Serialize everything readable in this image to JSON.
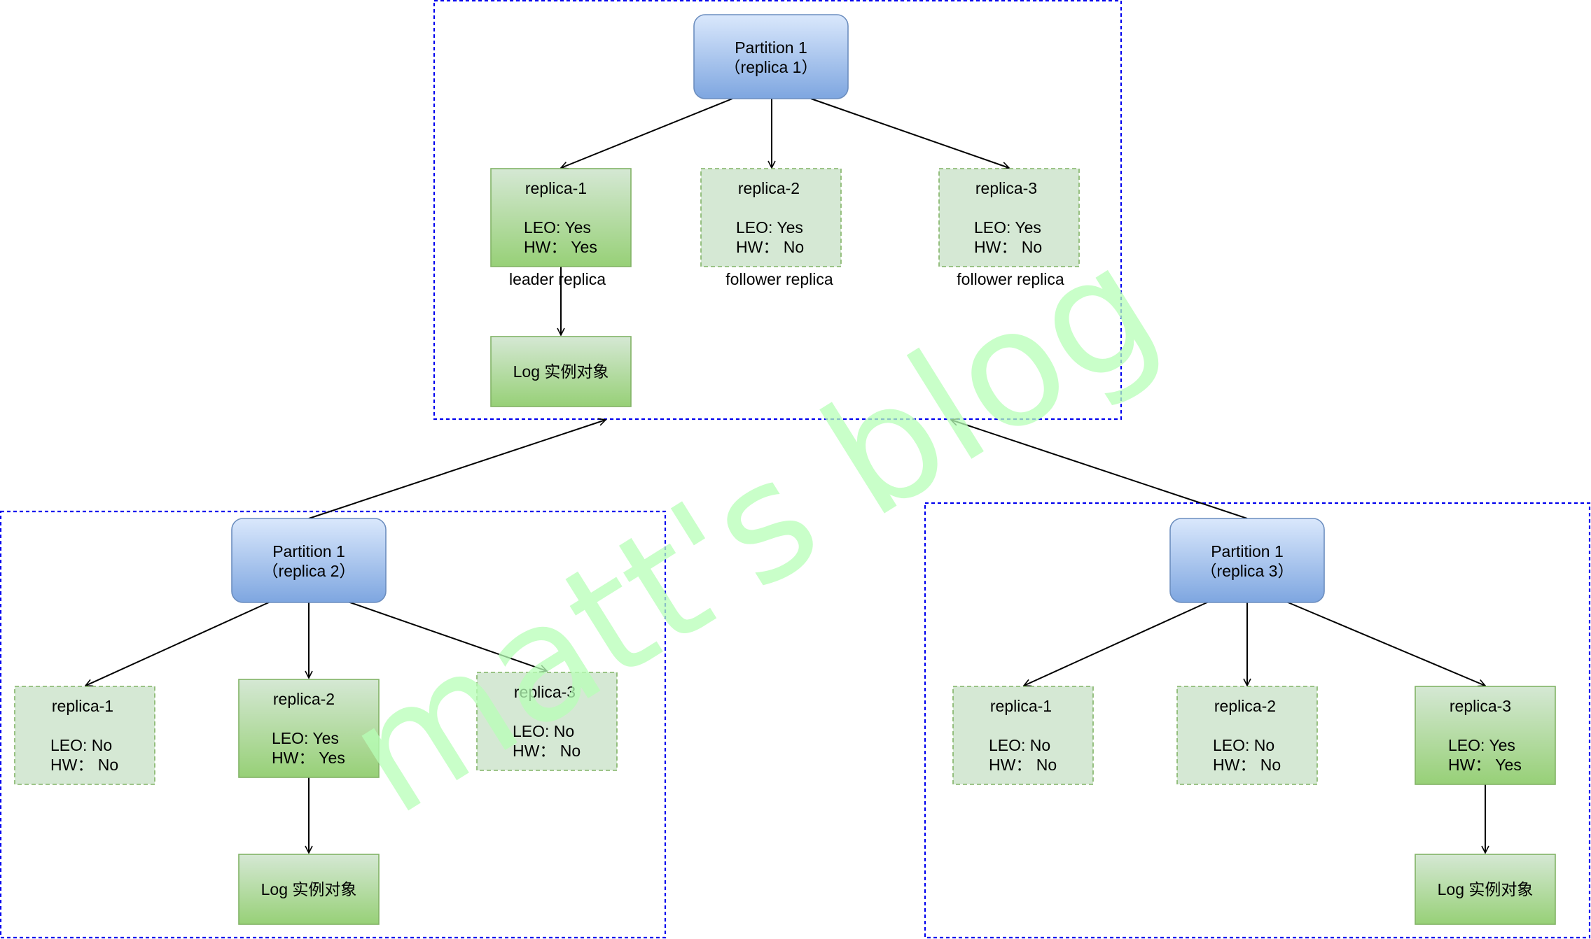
{
  "watermark": "matt's blog",
  "colors": {
    "partition_fill_top": "#dae8fc",
    "partition_fill_bottom": "#7ea6e0",
    "partition_stroke": "#6c8ebf",
    "leader_fill_top": "#d5e8d4",
    "leader_fill_bottom": "#97d077",
    "follower_fill": "#d5e8d4",
    "green_stroke": "#82b366",
    "group_border": "#0000ee",
    "watermark": "#b7ffb7"
  },
  "groups": [
    {
      "partition": {
        "line1": "Partition 1",
        "line2": "（replica 1）"
      },
      "replicas": [
        {
          "name": "replica-1",
          "leo": "LEO: Yes",
          "hw": "HW： Yes",
          "role": "leader replica",
          "kind": "leader"
        },
        {
          "name": "replica-2",
          "leo": "LEO: Yes",
          "hw": "HW： No",
          "role": "follower replica",
          "kind": "follower"
        },
        {
          "name": "replica-3",
          "leo": "LEO: Yes",
          "hw": "HW： No",
          "role": "follower replica",
          "kind": "follower"
        }
      ],
      "log": "Log 实例对象"
    },
    {
      "partition": {
        "line1": "Partition 1",
        "line2": "（replica 2）"
      },
      "replicas": [
        {
          "name": "replica-1",
          "leo": "LEO: No",
          "hw": "HW： No",
          "kind": "follower"
        },
        {
          "name": "replica-2",
          "leo": "LEO: Yes",
          "hw": "HW： Yes",
          "kind": "leader"
        },
        {
          "name": "replica-3",
          "leo": "LEO: No",
          "hw": "HW： No",
          "kind": "follower"
        }
      ],
      "log": "Log 实例对象"
    },
    {
      "partition": {
        "line1": "Partition 1",
        "line2": "（replica 3）"
      },
      "replicas": [
        {
          "name": "replica-1",
          "leo": "LEO: No",
          "hw": "HW： No",
          "kind": "follower"
        },
        {
          "name": "replica-2",
          "leo": "LEO: No",
          "hw": "HW： No",
          "kind": "follower"
        },
        {
          "name": "replica-3",
          "leo": "LEO: Yes",
          "hw": "HW： Yes",
          "kind": "leader"
        }
      ],
      "log": "Log 实例对象"
    }
  ]
}
